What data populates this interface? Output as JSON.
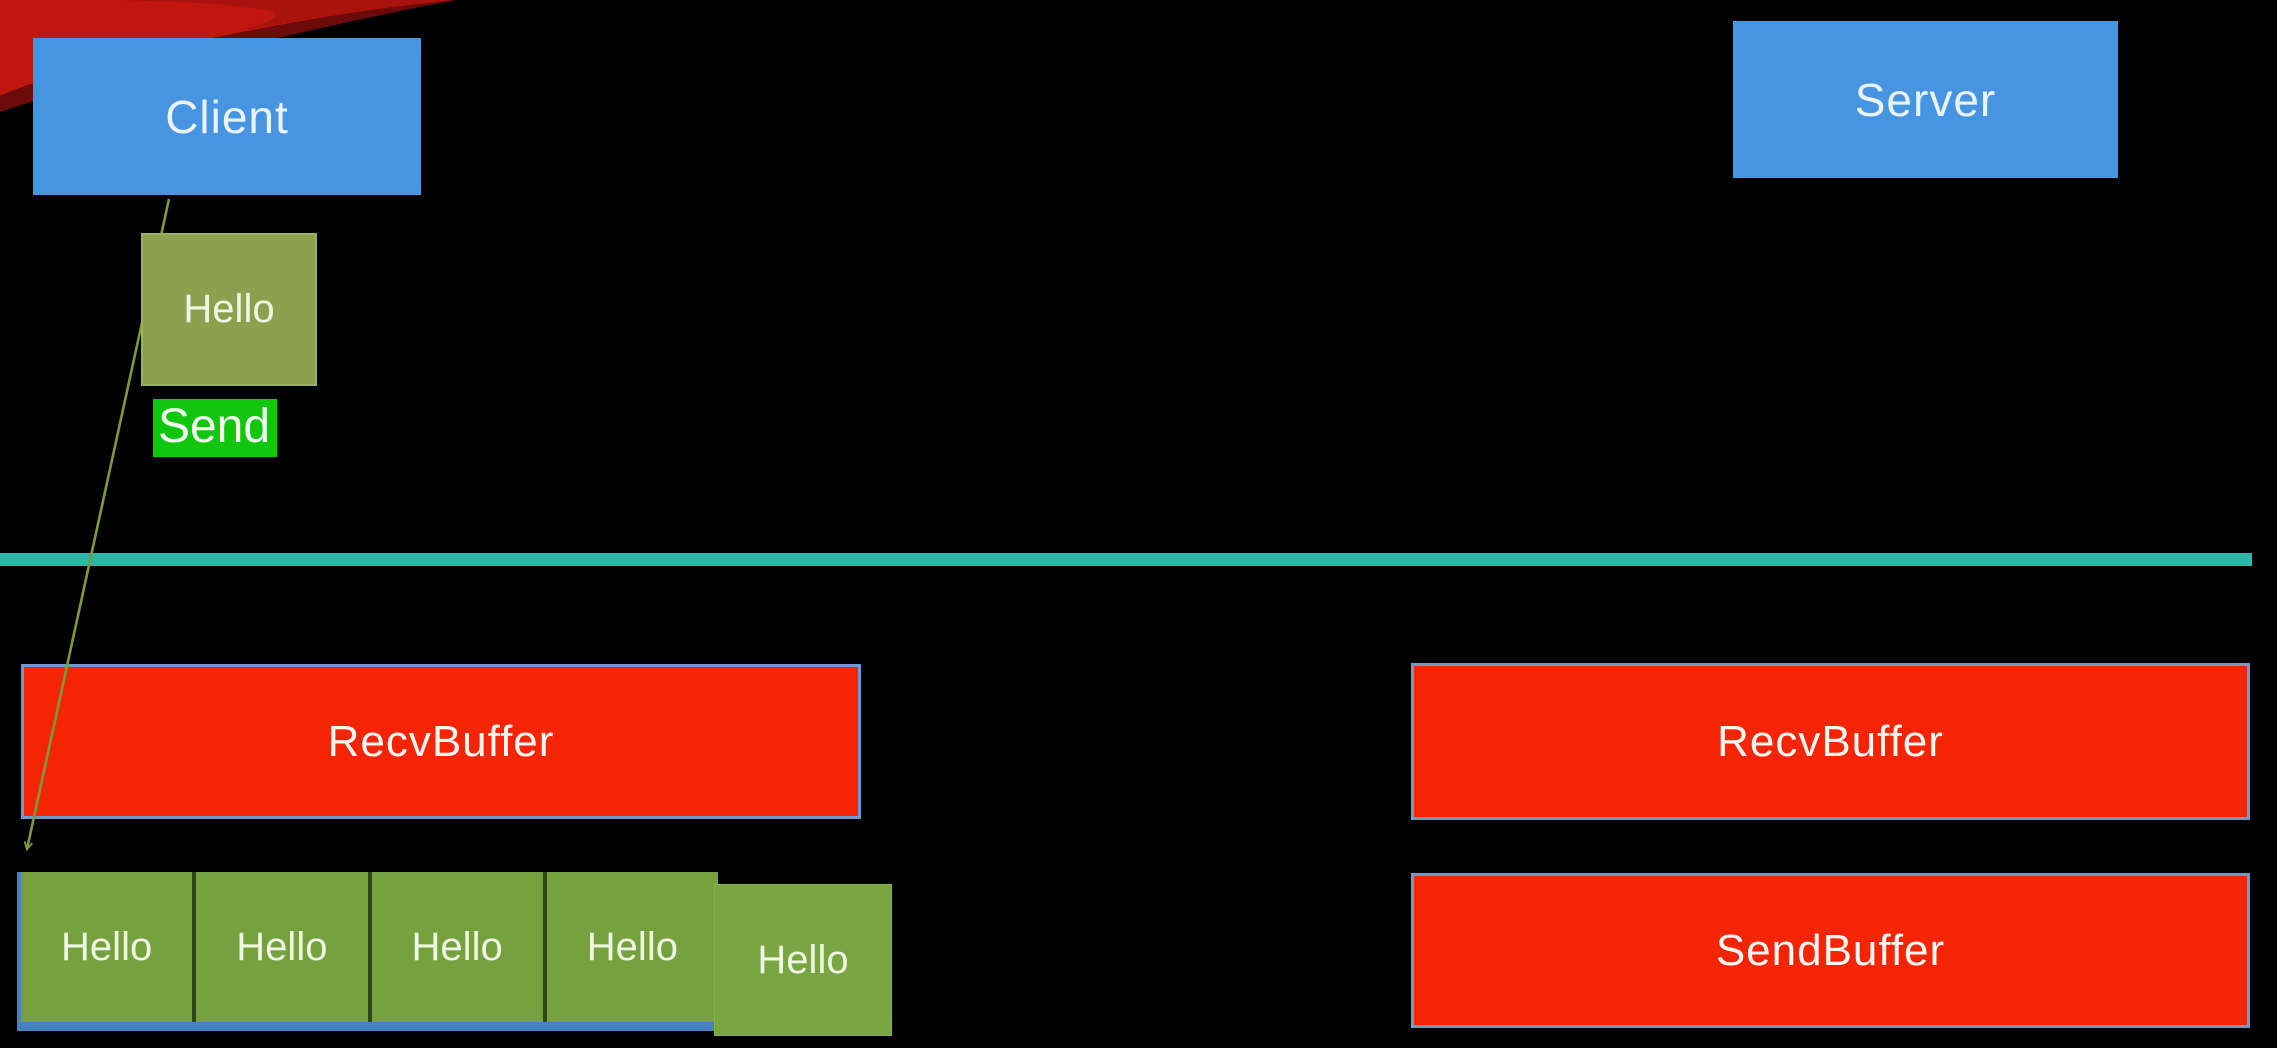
{
  "diagram": {
    "client": {
      "label": "Client"
    },
    "server": {
      "label": "Server"
    },
    "message": {
      "label": "Hello"
    },
    "send_action": {
      "label": "Send"
    },
    "client_side": {
      "recv_buffer_label": "RecvBuffer",
      "received_messages": [
        "Hello",
        "Hello",
        "Hello",
        "Hello",
        "Hello"
      ]
    },
    "server_side": {
      "recv_buffer_label": "RecvBuffer",
      "send_buffer_label": "SendBuffer"
    }
  },
  "colors": {
    "background": "#000000",
    "node_blue": "#4795e1",
    "message_olive_green": "#8ca150",
    "queue_green": "#75a23e",
    "send_bright_green": "#10c70d",
    "buffer_red": "#f42506",
    "buffer_border_blue": "#6e9bcb",
    "divider_teal": "#2db7a7",
    "arrow_olive": "#7d9a3b",
    "corner_swoosh_red": "#c1150f"
  }
}
